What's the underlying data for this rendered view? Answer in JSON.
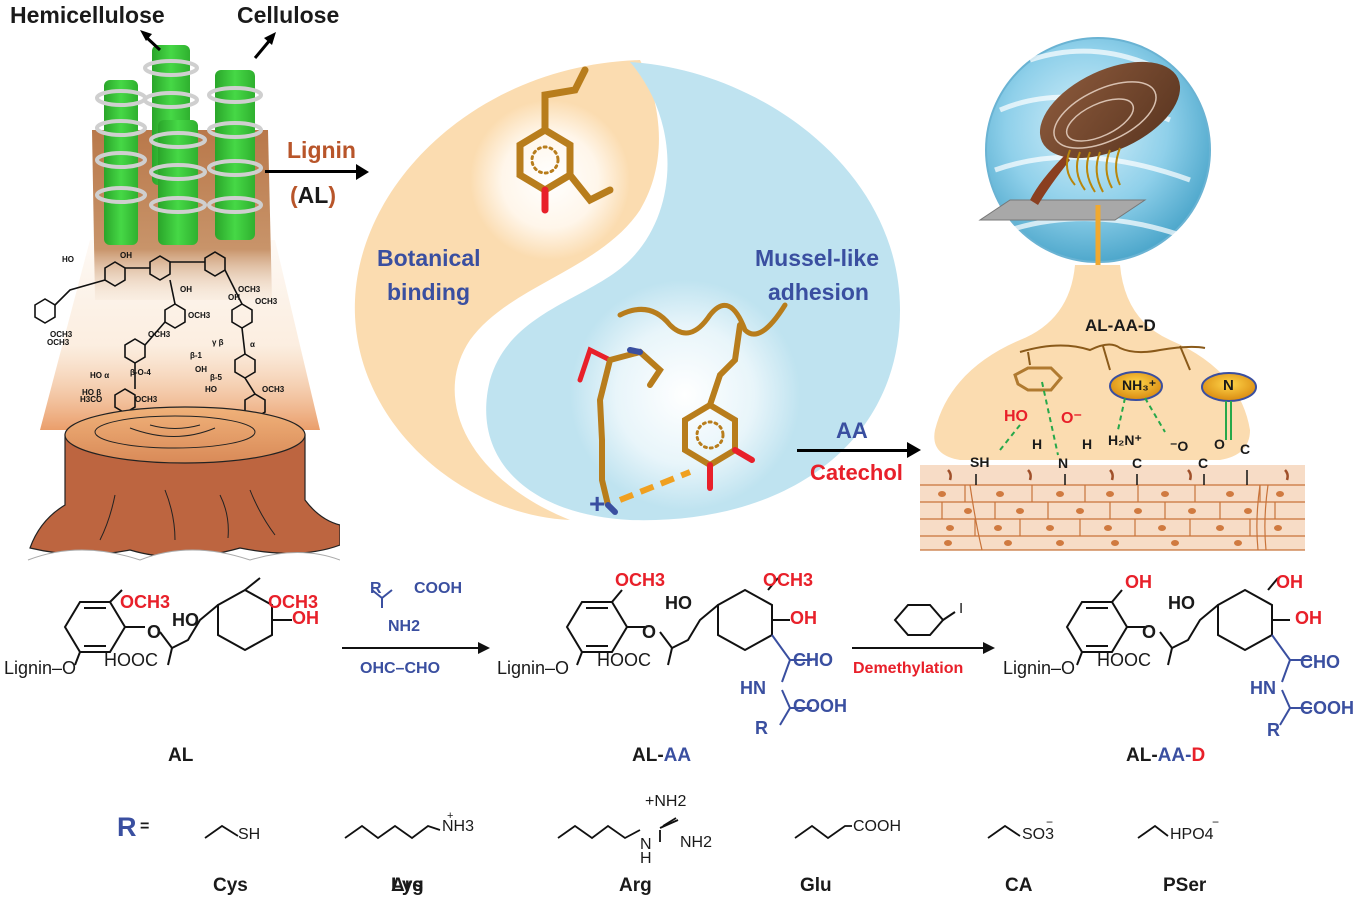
{
  "panel_top_left": {
    "labels": {
      "hemicellulose": "Hemicellulose",
      "cellulose": "Cellulose"
    },
    "arrow_top": "Lignin",
    "arrow_bottom_open": "(",
    "arrow_bottom_mid": "AL",
    "arrow_bottom_close": ")",
    "linkages": {
      "b1": "β-1",
      "bo4": "β-O-4",
      "b5": "β-5",
      "alpha": "α",
      "beta": "β",
      "gamma": "γ"
    },
    "groups": {
      "och3": "OCH3",
      "oh": "OH",
      "ho": "HO",
      "h3co": "H3CO"
    }
  },
  "panel_center": {
    "left_label_line1": "Botanical",
    "left_label_line2": "binding",
    "right_label_line1": "Mussel-like",
    "right_label_line2": "adhesion",
    "cation_symbol": "+",
    "arrow_top": "AA",
    "arrow_bottom": "Catechol"
  },
  "panel_right": {
    "title": "AL-AA-D",
    "ho": "HO",
    "o_minus": "O⁻",
    "nh3_plus": "NH₃⁺",
    "n": "N",
    "surface_groups": {
      "sh": "SH",
      "h": "H",
      "n": "N",
      "h2n_plus": "H₂N⁺",
      "c": "C",
      "o_minus": "⁻O",
      "o": "O"
    }
  },
  "scheme": {
    "al": {
      "och3_a": "OCH3",
      "och3_b": "OCH3",
      "oh": "OH",
      "ho": "HO",
      "lignin_o": "Lignin–O",
      "hooc": "HOOC",
      "label": "AL"
    },
    "step1": {
      "reagent_r": "R",
      "reagent_cooh": "COOH",
      "reagent_nh2": "NH2",
      "below": "OHC–CHO"
    },
    "al_aa": {
      "och3_a": "OCH3",
      "och3_b": "OCH3",
      "oh": "OH",
      "ho": "HO",
      "lignin_o": "Lignin–O",
      "hooc": "HOOC",
      "cho": "CHO",
      "hn": "HN",
      "cooh": "COOH",
      "r": "R",
      "label_black": "AL-",
      "label_blue": "AA"
    },
    "step2": {
      "reagent_i": "I",
      "below": "Demethylation"
    },
    "al_aa_d": {
      "oh_a": "OH",
      "oh_b": "OH",
      "oh_c": "OH",
      "ho": "HO",
      "lignin_o": "Lignin–O",
      "hooc": "HOOC",
      "cho": "CHO",
      "hn": "HN",
      "cooh": "COOH",
      "r": "R",
      "label_black": "AL-",
      "label_blue": "AA",
      "label_dash": "-",
      "label_red": "D"
    }
  },
  "r_groups": {
    "prefix_r": "R",
    "prefix_eq": "=",
    "items": [
      {
        "name": "Cys",
        "formula": "SH"
      },
      {
        "name": "Lys",
        "formula": "NH3",
        "charge": "+"
      },
      {
        "name": "Arg",
        "formula_top": "+NH2",
        "formula_right": "NH2",
        "formula_n": "N",
        "formula_h": "H"
      },
      {
        "name": "Glu",
        "formula": "COOH"
      },
      {
        "name": "CA",
        "formula": "SO3",
        "charge": "−"
      },
      {
        "name": "PSer",
        "formula": "HPO4",
        "charge": "−"
      }
    ]
  },
  "colors": {
    "red": "#e8202a",
    "blue": "#3a4fa0",
    "lignin_brown": "#b8552a",
    "peach": "#fbdcb0",
    "sky": "#bfe3f0",
    "molecule_gold": "#b87d1c",
    "cellulose_green": "#3cc83c",
    "stump": "#bd6540"
  }
}
